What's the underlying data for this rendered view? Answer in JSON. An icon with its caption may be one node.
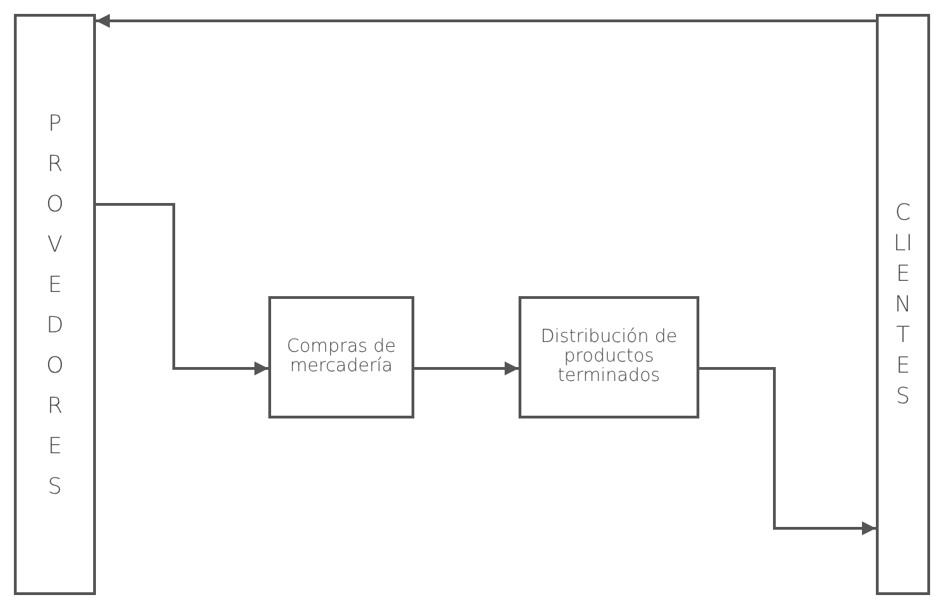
{
  "diagram": {
    "nodes": [
      {
        "text": [
          "PROVEDORES"
        ]
      },
      {
        "text": [
          "CLIENTES"
        ]
      },
      {
        "text": [
          "Compras de mercadería"
        ]
      },
      {
        "text": [
          "Distribución de productos terminados"
        ]
      }
    ],
    "edges": [
      {
        "from": 0,
        "to": 2,
        "arrow": "to"
      },
      {
        "from": 2,
        "to": 3,
        "arrow": "to"
      },
      {
        "from": 3,
        "to": 1,
        "arrow": "to"
      },
      {
        "from": 1,
        "to": 0,
        "arrow": "to"
      }
    ]
  }
}
